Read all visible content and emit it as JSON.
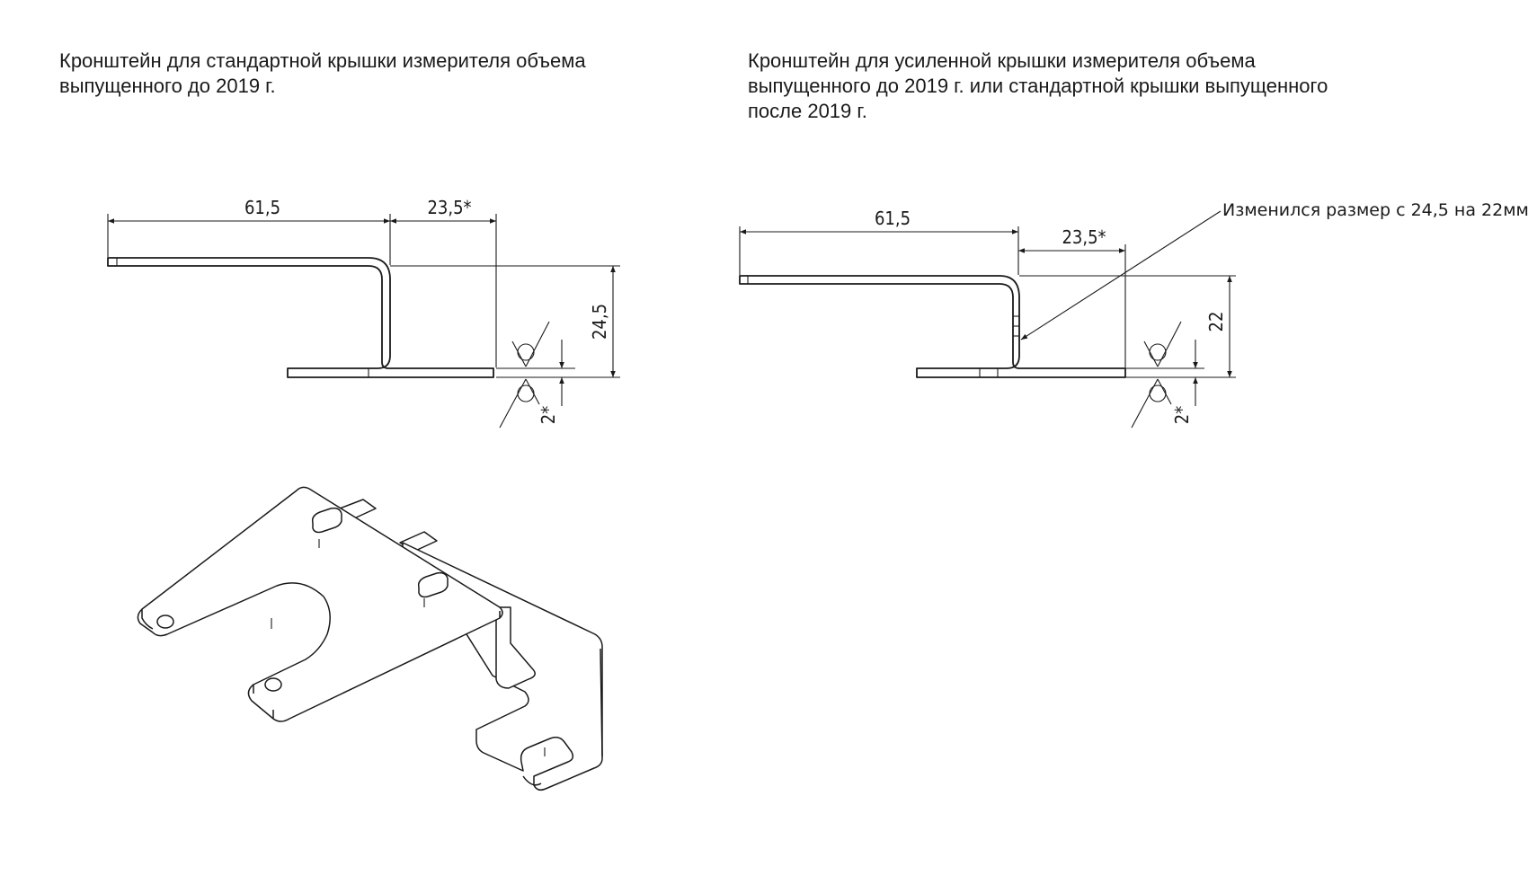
{
  "captions": {
    "left": {
      "line1": "Кронштейн для стандартной крышки измерителя объема",
      "line2": "выпущенного до 2019 г."
    },
    "right": {
      "line1": "Кронштейн для усиленной крышки измерителя объема",
      "line2": "выпущенного до 2019 г. или стандартной крышки выпущенного",
      "line3": "после 2019 г."
    }
  },
  "left_drawing": {
    "dim_length": "61,5",
    "dim_offset": "23,5*",
    "dim_height": "24,5",
    "dim_thickness": "2*"
  },
  "right_drawing": {
    "dim_length": "61,5",
    "dim_offset": "23,5*",
    "dim_height": "22",
    "dim_thickness": "2*",
    "change_note": "Изменился размер с 24,5 на 22мм"
  }
}
